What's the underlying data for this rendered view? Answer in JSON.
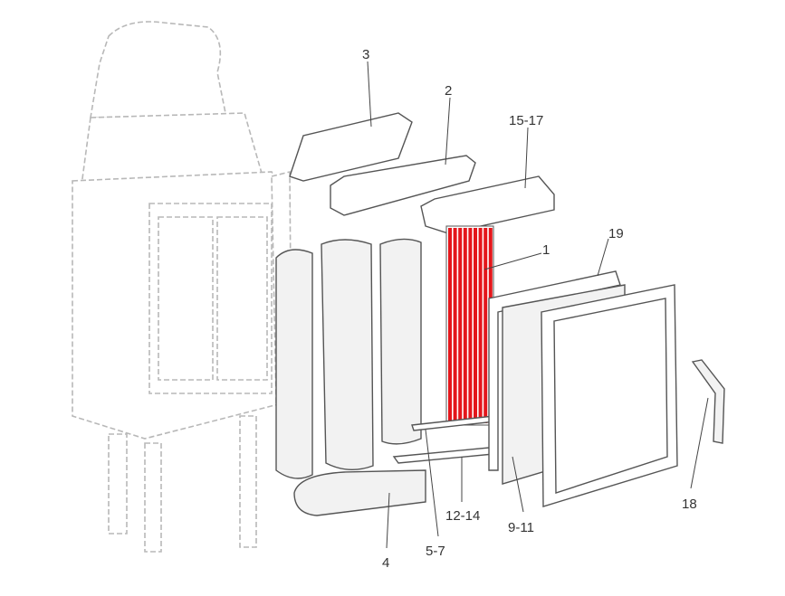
{
  "diagram": {
    "labels": {
      "p3": "3",
      "p2": "2",
      "p15_17": "15-17",
      "p1": "1",
      "p19": "19",
      "p18": "18",
      "p12_14": "12-14",
      "p9_11": "9-11",
      "p5_7": "5-7",
      "p4": "4"
    },
    "colors": {
      "highlight": "#e4161b",
      "line": "#555555",
      "ghost": "#b8b8b8"
    }
  }
}
